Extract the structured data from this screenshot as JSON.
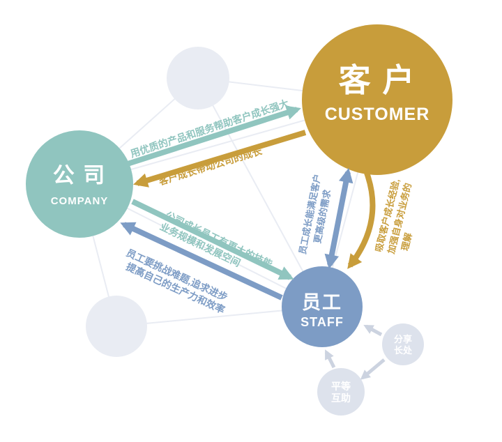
{
  "colors": {
    "gold": "#c89d3b",
    "teal": "#90c5bf",
    "blue": "#7d9cc5",
    "lightgray": "#dde2ec",
    "arrowgray": "#ccd3e0",
    "network": "#e9ecf3"
  },
  "nodes": {
    "customer": {
      "zh": "客 户",
      "en": "CUSTOMER"
    },
    "company": {
      "zh": "公 司",
      "en": "COMPANY"
    },
    "staff": {
      "zh": "员工",
      "en": "STAFF"
    },
    "share_strengths": {
      "line1": "分享",
      "line2": "长处"
    },
    "mutual_help": {
      "line1": "平等",
      "line2": "互助"
    }
  },
  "arrows": {
    "company_to_customer": {
      "label": "用优质的产品和服务帮助客户成长强大"
    },
    "customer_to_company": {
      "label": "客户成长带动公司的成长"
    },
    "company_to_staff": {
      "line1": "公司成长员工有更大的技能",
      "line2": "业务规模和发展空间"
    },
    "staff_to_company": {
      "line1": "员工要挑战难题,追求进步",
      "line2": "提高自己的生产力和效率"
    },
    "staff_to_customer": {
      "line1": "员工成长能满足客户",
      "line2": "更高级的需求"
    },
    "customer_to_staff": {
      "line1": "吸取客户成长经验,",
      "line2": "加强自身对业务的",
      "line3": "理解"
    }
  }
}
